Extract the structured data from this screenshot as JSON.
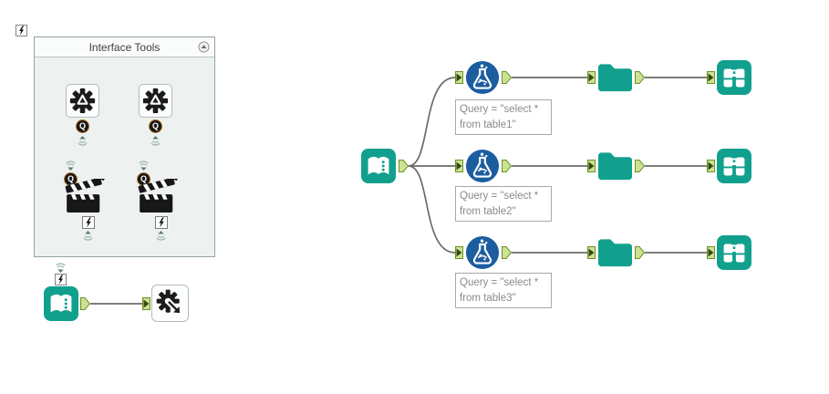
{
  "window": {
    "background": "#ffffff"
  },
  "palette": {
    "title": "Interface Tools",
    "collapse_icon": "chevron-up-circle",
    "interface_anchor_icon": "lightning",
    "q_label": "Q",
    "tools": [
      {
        "name": "action-tool-1",
        "icon": "gear-recycle",
        "anchor_below": "Q"
      },
      {
        "name": "action-tool-2",
        "icon": "gear-recycle",
        "anchor_below": "Q"
      },
      {
        "name": "detour-tool-1",
        "icon": "clapperboard",
        "anchor_above": "Q",
        "anchor_below": "lightning"
      },
      {
        "name": "detour-tool-2",
        "icon": "clapperboard",
        "anchor_above": "Q",
        "anchor_below": "lightning"
      }
    ]
  },
  "macro_strip": {
    "input_tool": {
      "icon": "input-data-book",
      "top_anchor": "lightning"
    },
    "output_tool": {
      "icon": "macro-output-gear-arrow"
    }
  },
  "workflow": {
    "source_tool": {
      "icon": "input-data-book"
    },
    "branches": [
      {
        "tool": "formula-flask",
        "annotation": "Query = \"select *\nfrom table1\"",
        "downstream": [
          "folder-tool",
          "browse-binoculars"
        ]
      },
      {
        "tool": "formula-flask",
        "annotation": "Query = \"select *\nfrom table2\"",
        "downstream": [
          "folder-tool",
          "browse-binoculars"
        ]
      },
      {
        "tool": "formula-flask",
        "annotation": "Query = \"select *\nfrom table3\"",
        "downstream": [
          "folder-tool",
          "browse-binoculars"
        ]
      }
    ]
  },
  "colors": {
    "teal": "#12A08E",
    "blue": "#1C5D9F",
    "anchor_fill": "#CBE294",
    "anchor_border": "#6E8F23",
    "wire": "#6B6B6B",
    "annotation_text": "#8A8A8A",
    "annotation_border": "#A8A8A8",
    "panel_bg": "#EDF2F1",
    "panel_border": "#95A3A2",
    "icon_black": "#171717"
  }
}
